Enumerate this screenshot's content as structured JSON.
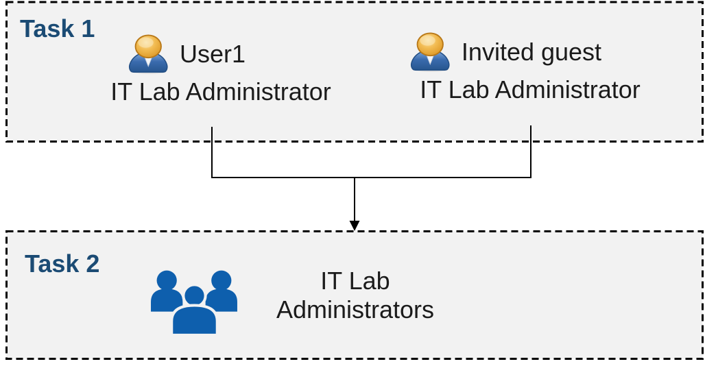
{
  "diagram": {
    "task1": {
      "label": "Task 1",
      "personas": [
        {
          "name": "User1",
          "role": "IT Lab Administrator",
          "icon": "person-bust-icon"
        },
        {
          "name": "Invited guest",
          "role": "IT Lab Administrator",
          "icon": "person-bust-icon"
        }
      ]
    },
    "connector": {
      "type": "merge-arrow",
      "direction": "down"
    },
    "task2": {
      "label": "Task 2",
      "group": {
        "name": "IT Lab Administrators",
        "icon": "people-group-icon"
      }
    },
    "colors": {
      "task_label_blue": "#1B4B74",
      "box_background": "#F2F2F2",
      "dashed_border": "#000000",
      "body_text": "#1B1B1B",
      "group_icon_blue": "#0E5FAD",
      "person_head_orange": "#EFAC3F",
      "person_body_blue": "#3A6BAD"
    }
  }
}
